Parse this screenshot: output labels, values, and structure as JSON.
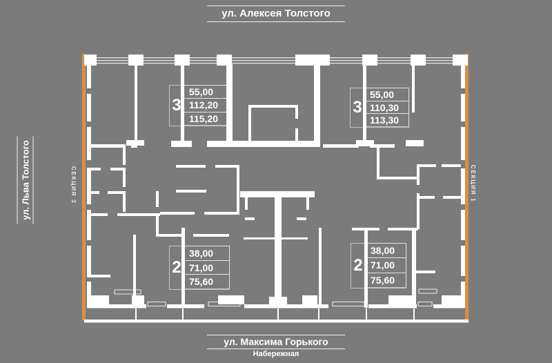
{
  "streets": {
    "top": "ул. Алексея Толстого",
    "bottom": "ул. Максима Горького",
    "left": "ул. Льва Толстого",
    "embankment": "Набережная"
  },
  "sections": {
    "left": "СЕКЦИЯ 3",
    "right": "СЕКЦИЯ 1"
  },
  "apartments": [
    {
      "position": "top-left",
      "rooms": "3",
      "areas": [
        "55,00",
        "112,20",
        "115,20"
      ]
    },
    {
      "position": "top-right",
      "rooms": "3",
      "areas": [
        "55,00",
        "110,30",
        "113,30"
      ]
    },
    {
      "position": "bottom-left",
      "rooms": "2",
      "areas": [
        "38,00",
        "71,00",
        "75,60"
      ]
    },
    {
      "position": "bottom-right",
      "rooms": "2",
      "areas": [
        "38,00",
        "71,00",
        "75,60"
      ]
    }
  ],
  "colors": {
    "background": "#7b7b7b",
    "wall": "#ffffff",
    "accent_orange": "#dd8e41"
  }
}
